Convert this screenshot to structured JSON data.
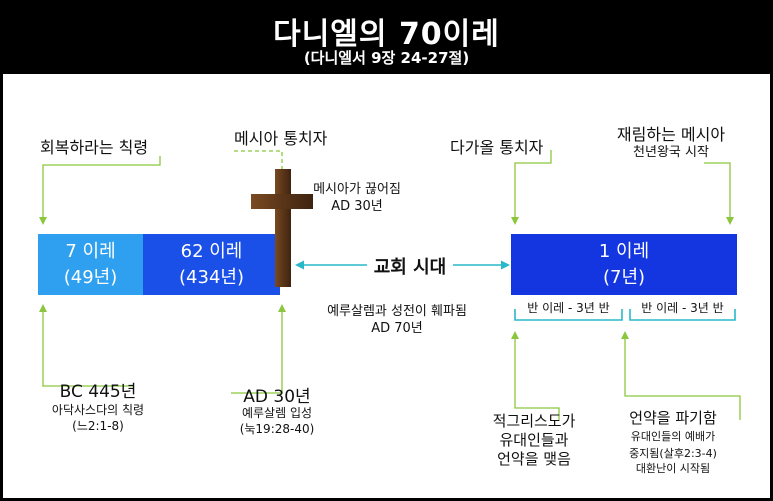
{
  "header": {
    "title": "다니엘의 70이레",
    "subtitle": "(다니엘서 9장 24-27절)"
  },
  "timeline": {
    "seg1": {
      "line1": "7 이레",
      "line2": "(49년)"
    },
    "seg2": {
      "line1": "62 이레",
      "line2": "(434년)"
    },
    "seg3": {
      "line1": "1 이레",
      "line2": "(7년)"
    },
    "church_age": "교회 시대",
    "half1": "반 이레 - 3년 반",
    "half2": "반 이레 - 3년 반"
  },
  "labels": {
    "decree": "회복하라는 칙령",
    "messiah_ruler": "메시아 통치자",
    "cut_off": "메시아가 끊어짐",
    "cut_off_date": "AD 30년",
    "coming_ruler": "다가올 통치자",
    "returning_messiah": "재림하는 메시아",
    "millennium": "천년왕국 시작",
    "destruction": "예루살렘과 성전이 훼파됨",
    "destruction_date": "AD 70년",
    "bc445": "BC 445년",
    "artaxerxes": "아닥사스다의 칙령",
    "neh_ref": "(느2:1-8)",
    "ad30": "AD 30년",
    "entry": "예루살렘 입성",
    "luke_ref": "(눅19:28-40)",
    "antichrist1": "적그리스도가",
    "antichrist2": "유대인들과",
    "antichrist3": "언약을 맺음",
    "break_covenant": "언약을 파기함",
    "worship1": "유대인들의 예배가",
    "worship2": "중지됨(살후2:3-4)",
    "worship3": "대환난이 시작됨"
  },
  "colors": {
    "seg1": "#2fa0f0",
    "seg2": "#1a4fe8",
    "seg3": "#1336e0",
    "arrow": "#8cc63f",
    "teal": "#28b8c8",
    "cross": "#5a3518"
  }
}
